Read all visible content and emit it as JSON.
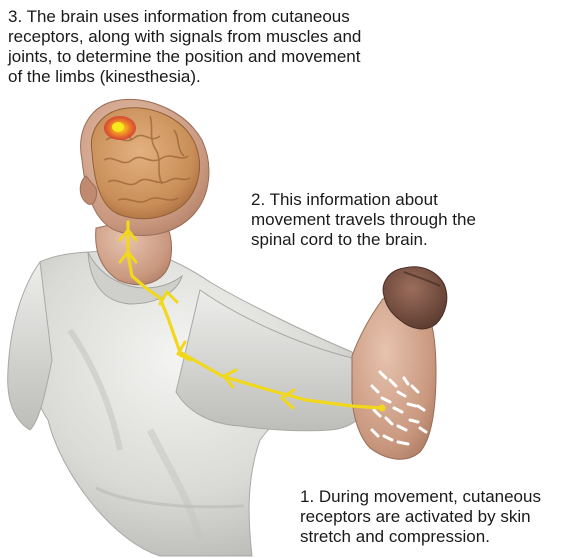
{
  "captions": {
    "step3": "3. The brain uses information from cutaneous\nreceptors, along with signals from muscles and\njoints, to determine the position and movement\nof the limbs (kinesthesia).",
    "step2": "2. This information about\nmovement travels through the\nspinal cord to the brain.",
    "step1": "1. During movement, cutaneous\nreceptors are activated by skin\nstretch and compression."
  },
  "colors": {
    "pathway": "#f2d81c",
    "skin": "#d2a48e",
    "shirt": "#e2e2e0",
    "brain": "#d7a06a",
    "active_region": "#e53c2a"
  }
}
